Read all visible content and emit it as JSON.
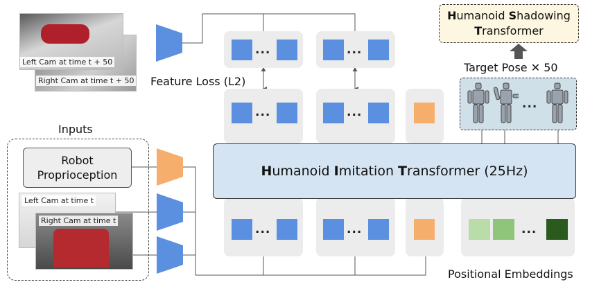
{
  "top_box": {
    "line1_initial": "H",
    "line1_a": "umanoid ",
    "line1_initial2": "S",
    "line1_b": "hadowing",
    "line2_initial": "T",
    "line2_a": "ransformer"
  },
  "target_pose_label": "Target Pose ✕ 50",
  "feature_loss_label": "Feature Loss (L2)",
  "inputs_label": "Inputs",
  "proprioception": {
    "line1": "Robot",
    "line2": "Proprioception"
  },
  "main_block": {
    "i1": "H",
    "t1": "umanoid ",
    "i2": "I",
    "t2": "mitation ",
    "i3": "T",
    "t3": "ransformer (25Hz)"
  },
  "captions": {
    "left_future": "Left Cam at time t + 50",
    "right_future": "Right Cam at time t + 50",
    "left_now": "Left Cam at time t",
    "right_now": "Right Cam at time t"
  },
  "positional_embeddings_label": "Positional Embeddings",
  "ellipsis": "...",
  "colors": {
    "token_blue": "#5b8fe0",
    "token_orange": "#f6ae6d",
    "embed_1": "#b9dca8",
    "embed_2": "#8fc57a",
    "embed_3": "#2a5a1d"
  }
}
